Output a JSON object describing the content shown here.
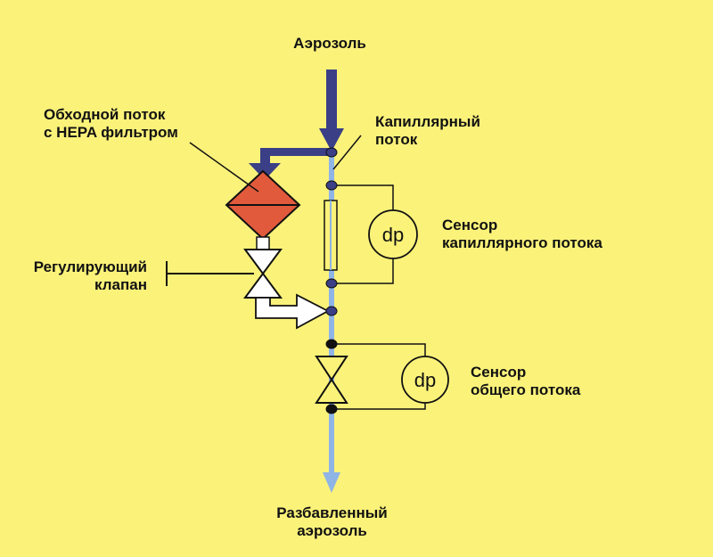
{
  "labels": {
    "aerosol": "Аэрозоль",
    "capillary_flow": [
      "Капиллярный",
      "поток"
    ],
    "bypass_flow": [
      "Обходной поток",
      "с HEPA фильтром"
    ],
    "regulating_valve": [
      "Регулирующий",
      "клапан"
    ],
    "capillary_sensor": [
      "Сенсор",
      "капиллярного потока"
    ],
    "total_sensor": [
      "Сенсор",
      "общего потока"
    ],
    "diluted_aerosol": [
      "Разбавленный",
      "аэрозоль"
    ]
  },
  "sensors": {
    "capillary": "dp",
    "total": "dp"
  },
  "colors": {
    "background": "#fbf27a",
    "inlet_arrow": "#3a3f86",
    "flow_line": "#8fb4e6",
    "hepa_filter": "#e25a3c",
    "wire": "#111111"
  }
}
